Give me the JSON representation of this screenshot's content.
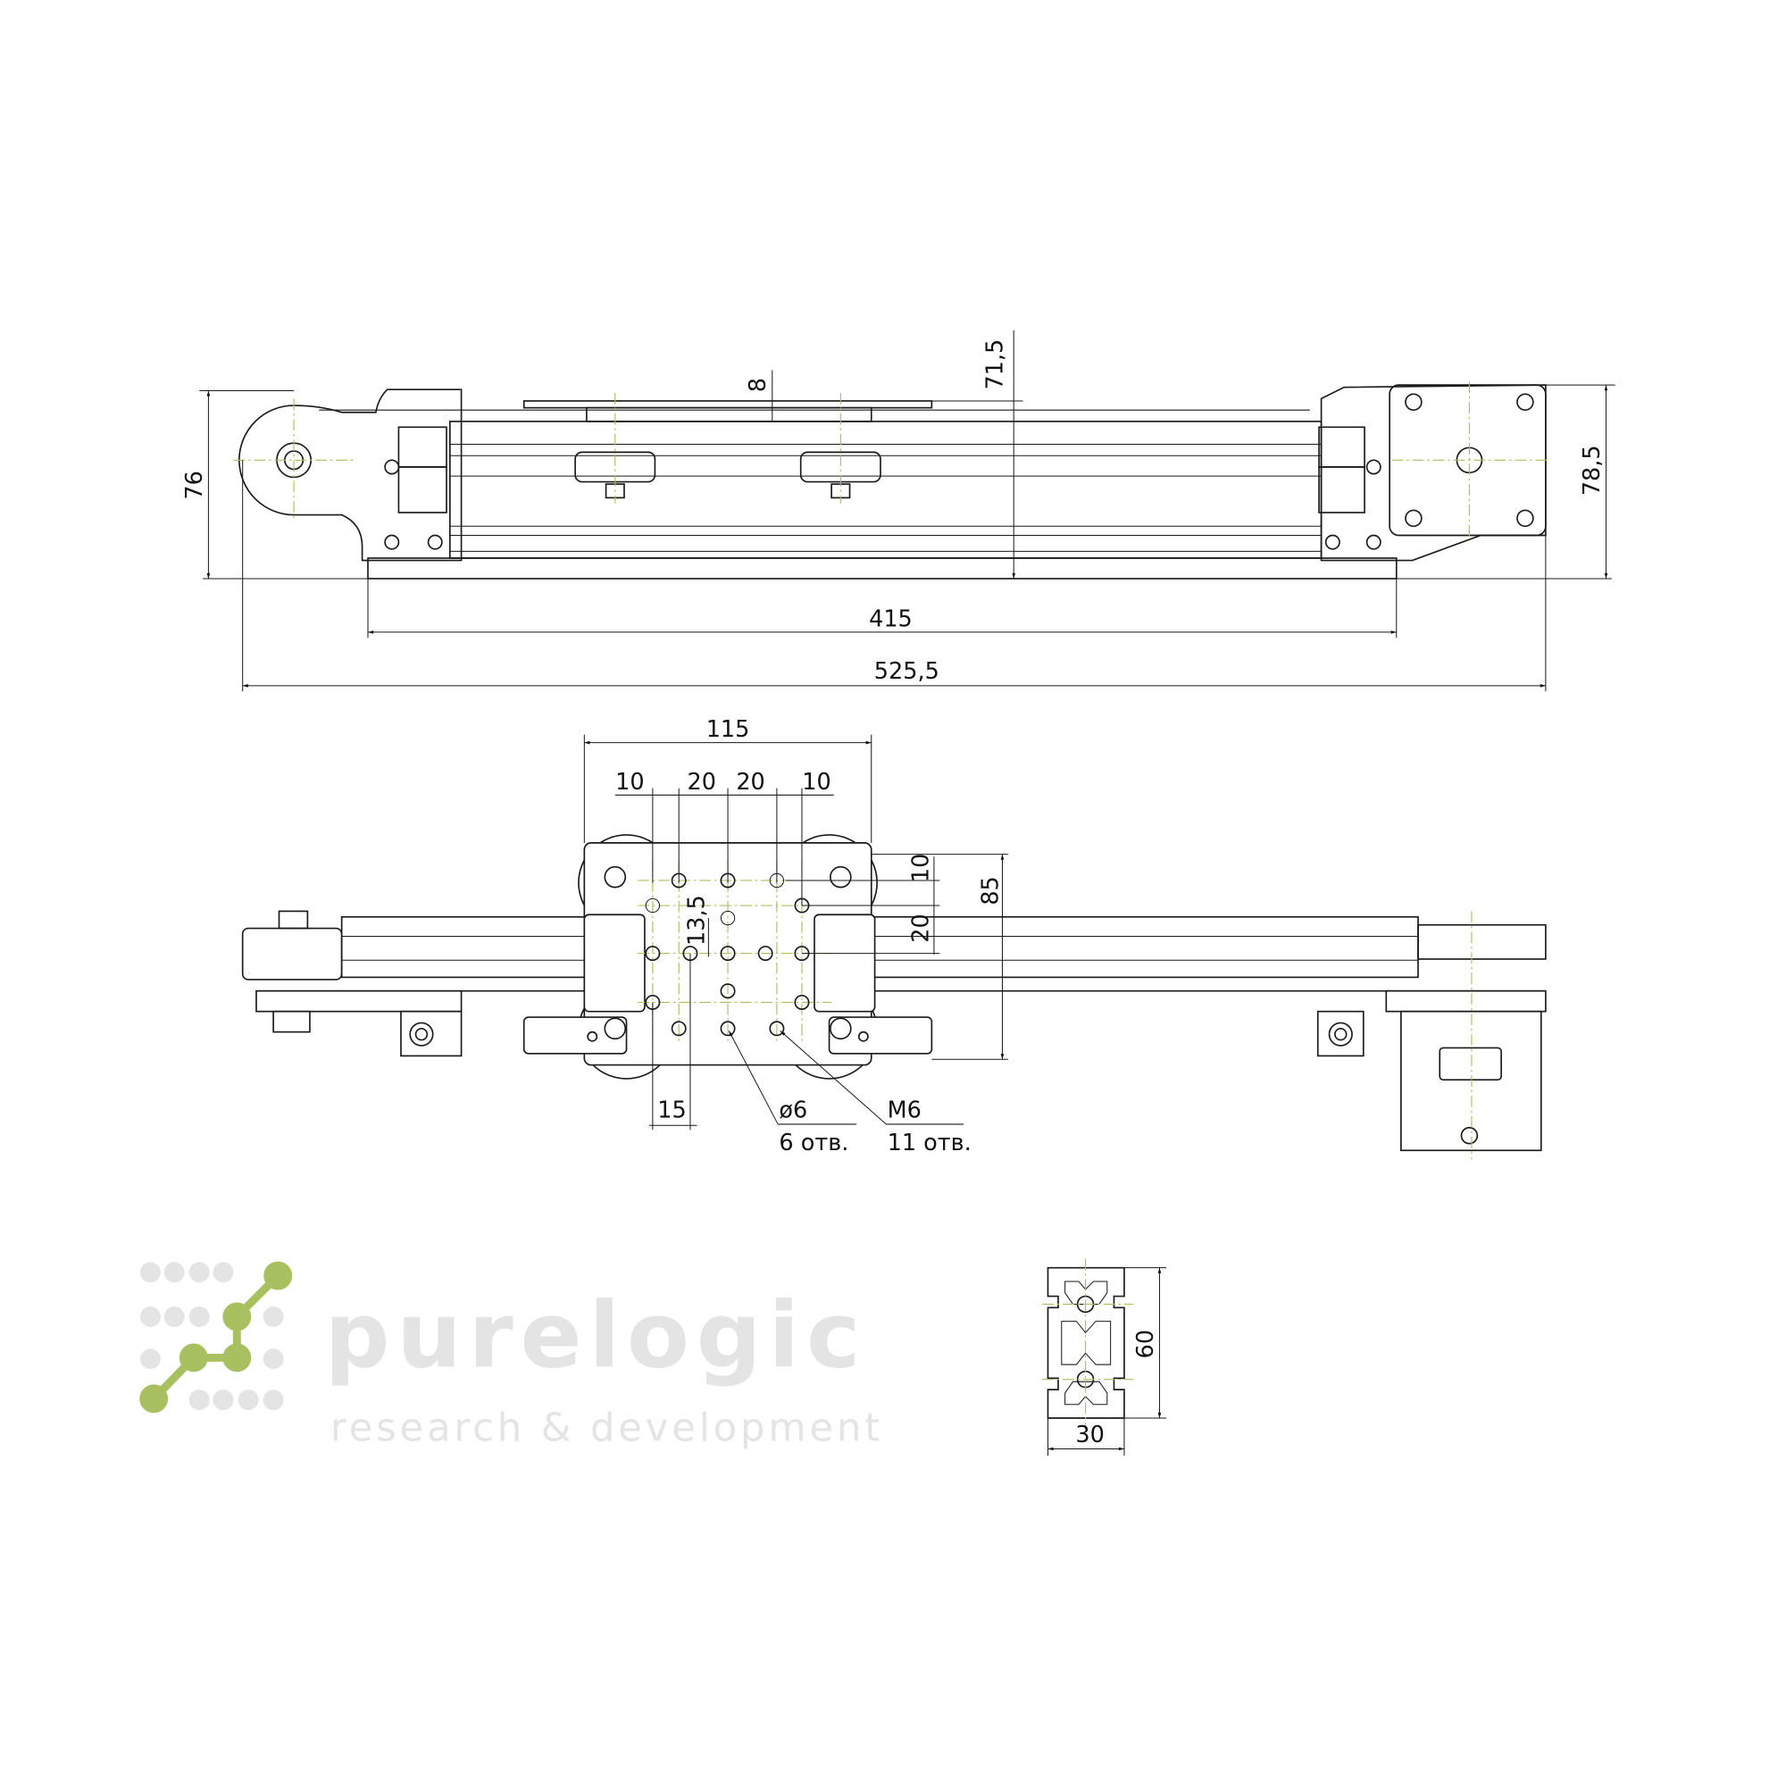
{
  "top_view": {
    "dimensions": {
      "height_left": "76",
      "height_right": "78,5",
      "carriage_height": "71,5",
      "plate_thickness": "8",
      "rail_length": "415",
      "total_length": "525,5"
    }
  },
  "side_view": {
    "dimensions": {
      "plate_width": "115",
      "hole_spacing": [
        "10",
        "20",
        "20",
        "10"
      ],
      "height": "85",
      "vert_10": "10",
      "vert_20": "20",
      "offset": "13,5",
      "edge": "15"
    },
    "callouts": [
      {
        "size": "ø6",
        "count": "6 отв."
      },
      {
        "size": "M6",
        "count": "11 отв."
      }
    ]
  },
  "profile_section": {
    "dimensions": {
      "height": "60",
      "width": "30"
    }
  },
  "watermark": {
    "brand": "purelogic",
    "tagline": "research & development",
    "accent_color": "#a8c060"
  },
  "colors": {
    "line": "#1a1a1a",
    "centerline": "#a8c060",
    "background": "#ffffff"
  }
}
